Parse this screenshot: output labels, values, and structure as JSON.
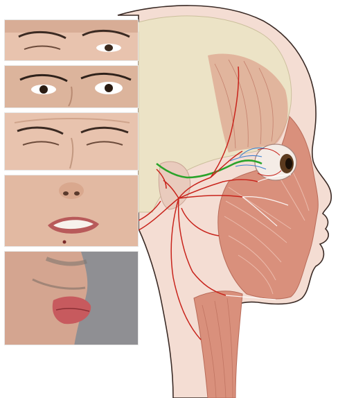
{
  "figure": {
    "subject": "facial-nerve-anatomy",
    "colors": {
      "background": "#ffffff",
      "skull": "#ece3c6",
      "skin": "#f4ddd3",
      "muscle": "#d9907c",
      "muscle_dark": "#b86a58",
      "nerve_red": "#c8231b",
      "nerve_green": "#2aa32a",
      "nerve_blue": "#3b7fd0",
      "outline": "#3a2a25",
      "photo_skin": "#e2b9a2",
      "photo_gray_bg": "#8f8f93"
    }
  },
  "photos": [
    {
      "id": "eyes-closing-weak",
      "icon": "face-photo"
    },
    {
      "id": "eyes-open-asymmetric",
      "icon": "face-photo"
    },
    {
      "id": "eyes-squeezed-shut",
      "icon": "face-photo"
    },
    {
      "id": "mouth-grimace",
      "icon": "face-photo"
    },
    {
      "id": "lips-pucker-profile",
      "icon": "face-photo"
    }
  ]
}
